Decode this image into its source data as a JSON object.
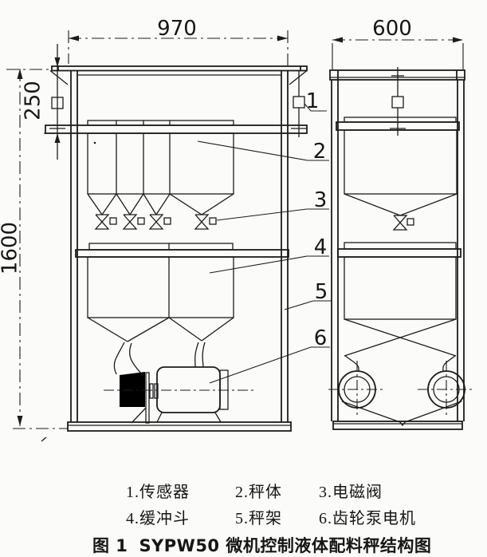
{
  "figure": {
    "dims": {
      "front_width": "970",
      "side_width": "600",
      "top_offset": "250",
      "total_height": "1600"
    },
    "callouts": [
      "1",
      "2",
      "3",
      "4",
      "5",
      "6"
    ],
    "legend": [
      "1.传感器",
      "2.秤体",
      "3.电磁阀",
      "4.缓冲斗",
      "5.秤架",
      "6.齿轮泵电机"
    ],
    "caption_fig": "图 1",
    "caption_title": "SYPW50 微机控制液体配料秤结构图",
    "line_color": "#1c1c1c"
  }
}
